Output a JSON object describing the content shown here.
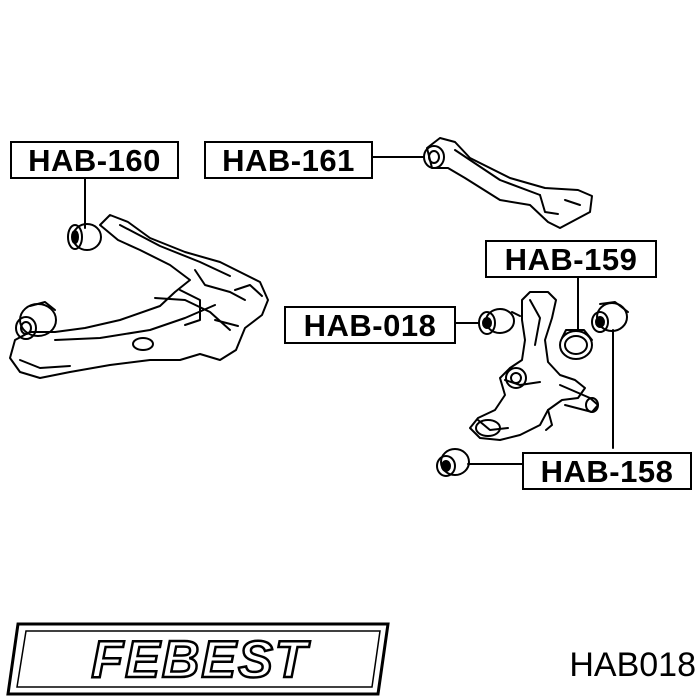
{
  "labels": {
    "hab160": "HAB-160",
    "hab161": "HAB-161",
    "hab159": "HAB-159",
    "hab018": "HAB-018",
    "hab158": "HAB-158"
  },
  "brand": {
    "logo": "FEBEST",
    "part_code": "HAB018"
  },
  "colors": {
    "line": "#000000",
    "background": "#ffffff"
  }
}
